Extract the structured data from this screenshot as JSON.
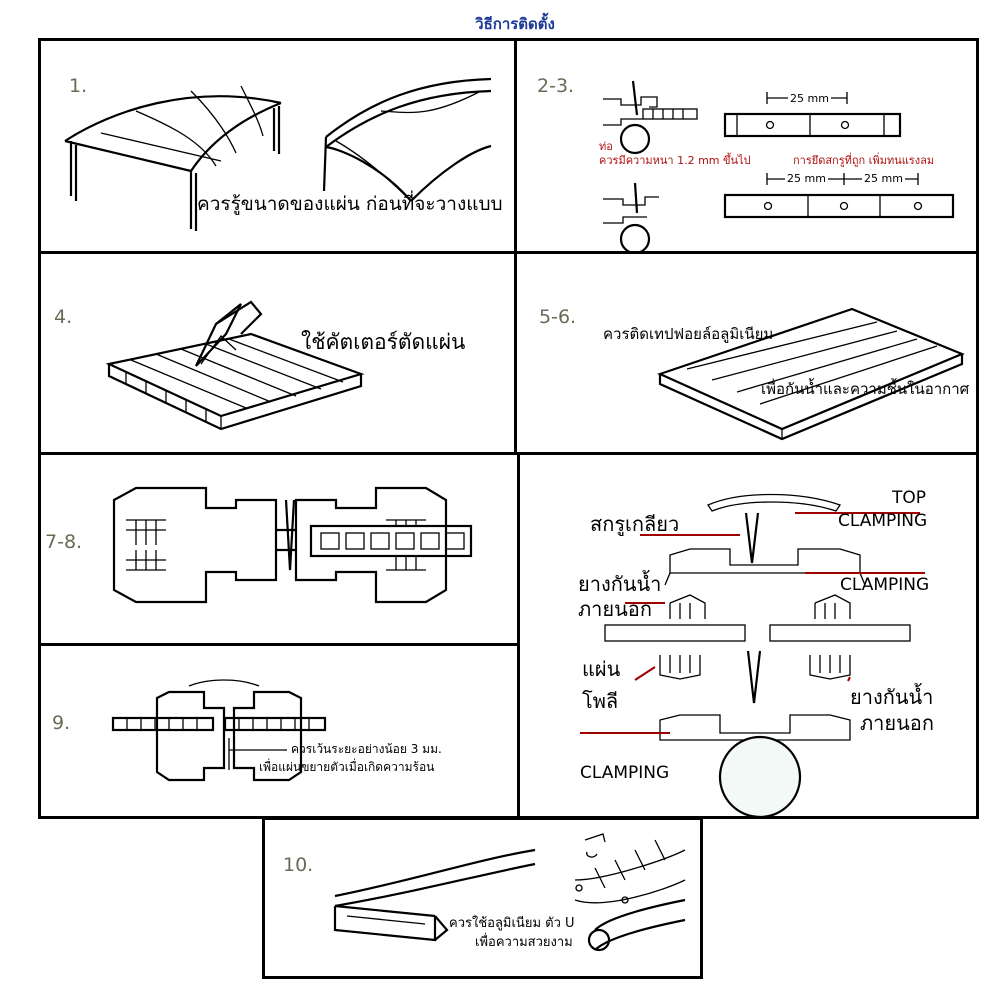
{
  "title": "วิธีการติดตั้ง",
  "steps": {
    "s1": {
      "number": "1.",
      "caption": "ควรรู้ขนาดของแผ่น ก่อนที่จะวางแบบ"
    },
    "s23": {
      "number": "2-3.",
      "pipe_label": "ท่อ",
      "pipe_note": "ควรมีความหนา 1.2 mm ขึ้นไป",
      "screw_note": "การยึดสกรูที่ถูก เพิ่มทนแรงลม",
      "dim_top": "25 mm",
      "dim_bottom_1": "25 mm",
      "dim_bottom_2": "25 mm"
    },
    "s4": {
      "number": "4.",
      "caption": "ใช้คัตเตอร์ตัดแผ่น"
    },
    "s56": {
      "number": "5-6.",
      "caption_top": "ควรติดเทปฟอยล์อลูมิเนียม",
      "caption_bottom": "เพื่อกันน้ำและความชื้นในอากาศ"
    },
    "s78": {
      "number": "7-8.",
      "screw_label": "สกรูเกลียว",
      "top_clamping_1": "TOP",
      "top_clamping_2": "CLAMPING",
      "clamping_mid": "CLAMPING",
      "rubber_left_1": "ยางกันน้ำ",
      "rubber_left_2": "ภายนอก",
      "sheet_1": "แผ่น",
      "sheet_2": "โพลี",
      "rubber_right_1": "ยางกันน้ำ",
      "rubber_right_2": "ภายนอก",
      "clamping_bottom": "CLAMPING"
    },
    "s9": {
      "number": "9.",
      "note_1": "ควรเว้นระยะอย่างน้อย 3 มม.",
      "note_2": "เพื่อแผ่นขยายตัวเมื่อเกิดความร้อน"
    },
    "s10": {
      "number": "10.",
      "note_1": "ควรใช้อลูมิเนียม ตัว U",
      "note_2": "เพื่อความสวยงาม"
    }
  }
}
